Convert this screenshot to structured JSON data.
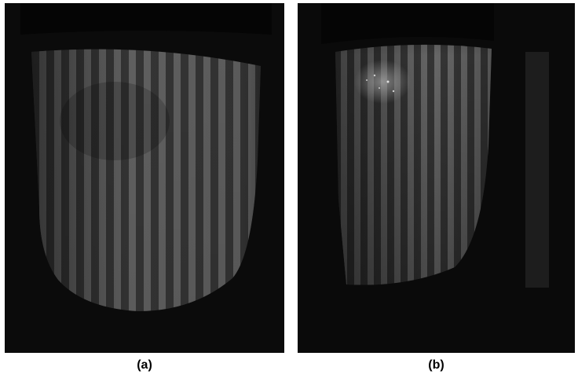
{
  "figure": {
    "panels": [
      {
        "id": "a",
        "label": "(a)"
      },
      {
        "id": "b",
        "label": "(b)"
      }
    ]
  },
  "colors": {
    "background": "#0b0b0b",
    "fringe_light": "#6e6e6e",
    "fringe_dark": "#2e2e2e",
    "caption_text": "#000000"
  }
}
